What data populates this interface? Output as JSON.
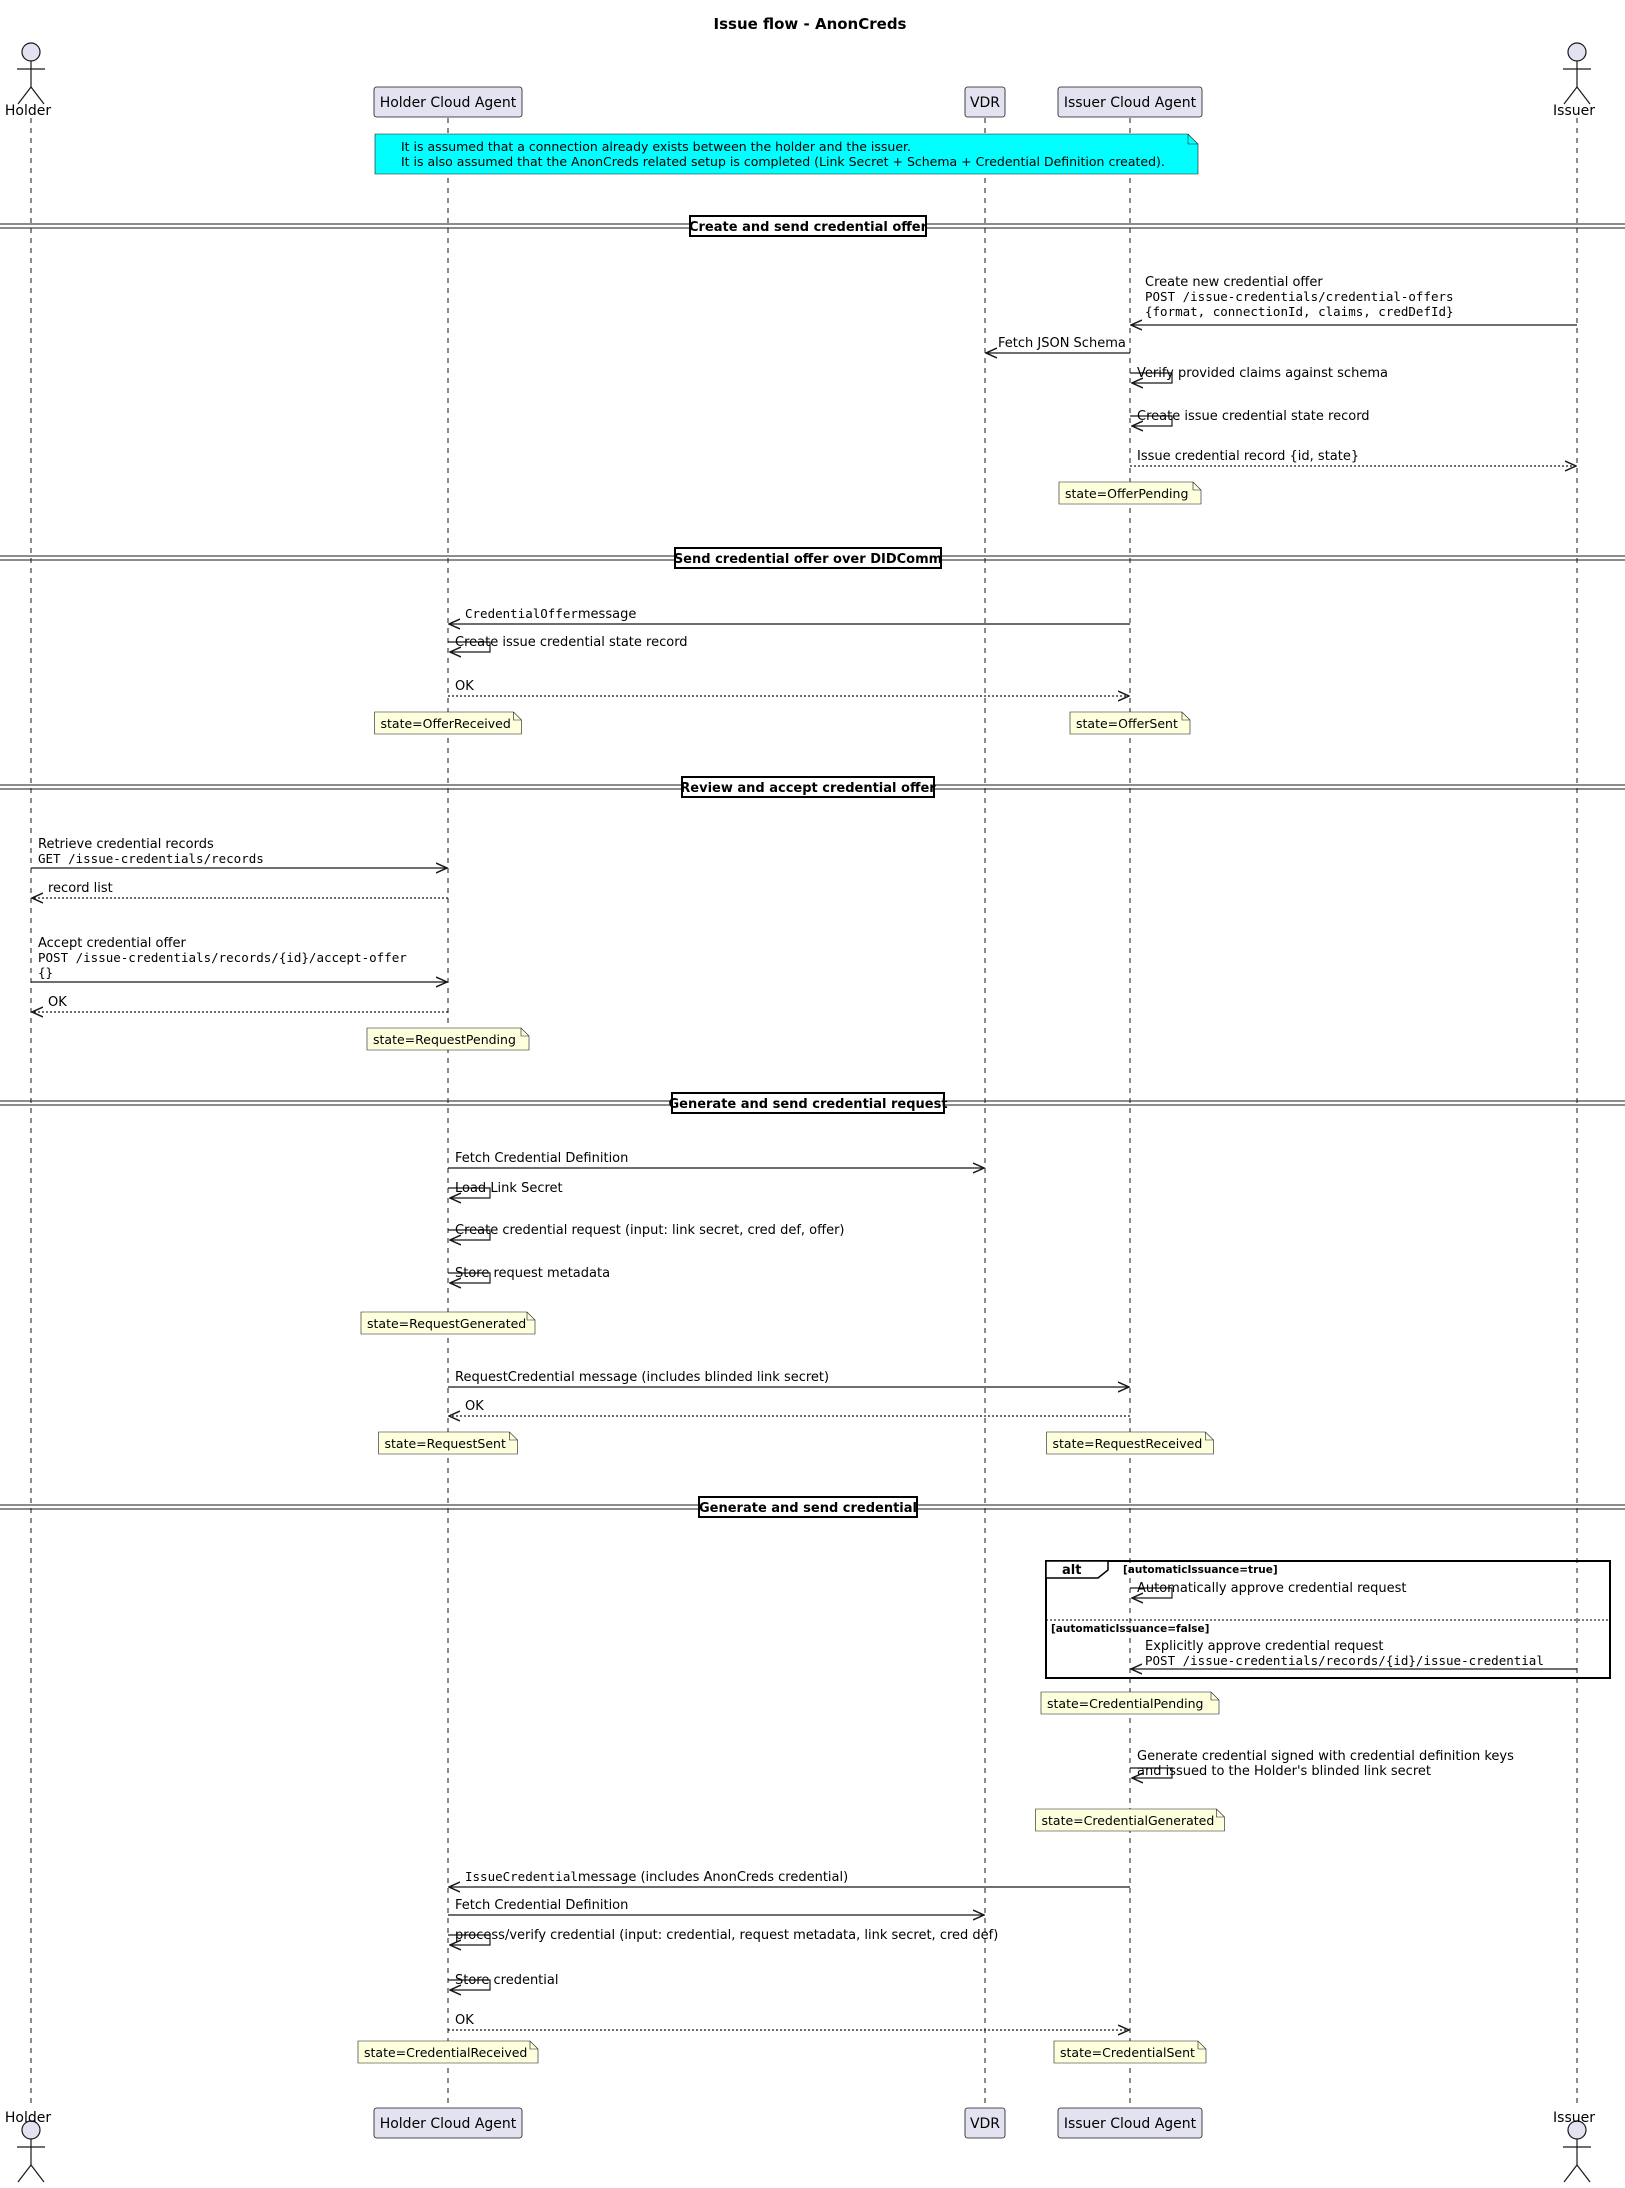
{
  "title": "Issue flow - AnonCreds",
  "colors": {
    "participant_fill": "#E2E2F0",
    "participant_stroke": "#181818",
    "note_fill": "#FEFFDD",
    "note_stroke": "#181818",
    "highlight_note_fill": "#00FFFF",
    "lifeline": "#181818",
    "background": "#FFFFFF"
  },
  "participants": [
    {
      "id": "holder",
      "name": "Holder",
      "kind": "actor",
      "icon": "actor-icon"
    },
    {
      "id": "hca",
      "name": "Holder Cloud Agent",
      "kind": "participant"
    },
    {
      "id": "vdr",
      "name": "VDR",
      "kind": "participant"
    },
    {
      "id": "ica",
      "name": "Issuer Cloud Agent",
      "kind": "participant"
    },
    {
      "id": "issuer",
      "name": "Issuer",
      "kind": "actor",
      "icon": "actor-icon"
    }
  ],
  "intro_note": {
    "lines": [
      "It is assumed that a connection already exists between the holder and the issuer.",
      "It is also assumed that the AnonCreds related setup is completed (Link Secret + Schema + Credential Definition created)."
    ]
  },
  "sections": [
    "Create and send credential offer",
    "Send credential offer over DIDComm",
    "Review and accept credential offer",
    "Generate and send credential request",
    "Generate and send credential"
  ],
  "messages": [
    {
      "from": "issuer",
      "to": "ica",
      "style": "solid",
      "lines": [
        {
          "text": "Create new credential offer"
        },
        {
          "text": "POST /issue-credentials/credential-offers",
          "mono": true
        },
        {
          "text": "{format, connectionId, claims, credDefId}",
          "mono": true
        }
      ]
    },
    {
      "from": "ica",
      "to": "vdr",
      "style": "solid",
      "lines": [
        {
          "text": "Fetch JSON Schema"
        }
      ]
    },
    {
      "from": "ica",
      "to": "ica",
      "style": "solid",
      "lines": [
        {
          "text": "Verify provided claims against schema"
        }
      ]
    },
    {
      "from": "ica",
      "to": "ica",
      "style": "solid",
      "lines": [
        {
          "text": "Create issue credential state record"
        }
      ]
    },
    {
      "from": "ica",
      "to": "issuer",
      "style": "dotted",
      "lines": [
        {
          "text": "Issue credential record {id, state}"
        }
      ]
    },
    {
      "from": "ica",
      "to": "hca",
      "style": "solid",
      "lines": [
        {
          "text": "CredentialOffer",
          "mono": true,
          "suffix": " message"
        }
      ]
    },
    {
      "from": "hca",
      "to": "hca",
      "style": "solid",
      "lines": [
        {
          "text": "Create issue credential state record"
        }
      ]
    },
    {
      "from": "hca",
      "to": "ica",
      "style": "dotted",
      "lines": [
        {
          "text": "OK"
        }
      ]
    },
    {
      "from": "holder",
      "to": "hca",
      "style": "solid",
      "lines": [
        {
          "text": "Retrieve credential records"
        },
        {
          "text": "GET /issue-credentials/records",
          "mono": true
        }
      ]
    },
    {
      "from": "hca",
      "to": "holder",
      "style": "dotted",
      "lines": [
        {
          "text": "record list"
        }
      ]
    },
    {
      "from": "holder",
      "to": "hca",
      "style": "solid",
      "lines": [
        {
          "text": "Accept credential offer"
        },
        {
          "text": "POST /issue-credentials/records/{id}/accept-offer",
          "mono": true
        },
        {
          "text": "{}",
          "mono": true
        }
      ]
    },
    {
      "from": "hca",
      "to": "holder",
      "style": "dotted",
      "lines": [
        {
          "text": "OK"
        }
      ]
    },
    {
      "from": "hca",
      "to": "vdr",
      "style": "solid",
      "lines": [
        {
          "text": "Fetch Credential Definition"
        }
      ]
    },
    {
      "from": "hca",
      "to": "hca",
      "style": "solid",
      "lines": [
        {
          "text": "Load Link Secret"
        }
      ]
    },
    {
      "from": "hca",
      "to": "hca",
      "style": "solid",
      "lines": [
        {
          "text": "Create credential request (input: link secret, cred def, offer)"
        }
      ]
    },
    {
      "from": "hca",
      "to": "hca",
      "style": "solid",
      "lines": [
        {
          "text": "Store request metadata"
        }
      ]
    },
    {
      "from": "hca",
      "to": "ica",
      "style": "solid",
      "lines": [
        {
          "text": "RequestCredential message (includes blinded link secret)"
        }
      ]
    },
    {
      "from": "ica",
      "to": "hca",
      "style": "dotted",
      "lines": [
        {
          "text": "OK"
        }
      ]
    },
    {
      "from": "ica",
      "to": "ica",
      "style": "solid",
      "lines": [
        {
          "text": "Automatically approve credential request"
        }
      ]
    },
    {
      "from": "issuer",
      "to": "ica",
      "style": "solid",
      "lines": [
        {
          "text": "Explicitly approve credential request"
        },
        {
          "text": "POST /issue-credentials/records/{id}/issue-credential",
          "mono": true
        }
      ]
    },
    {
      "from": "ica",
      "to": "ica",
      "style": "solid",
      "lines": [
        {
          "text": "Generate credential signed with credential definition keys"
        },
        {
          "text": "and issued to the Holder's blinded link secret"
        }
      ]
    },
    {
      "from": "ica",
      "to": "hca",
      "style": "solid",
      "lines": [
        {
          "text": "IssueCredential",
          "mono": true,
          "suffix": " message (includes AnonCreds credential)"
        }
      ]
    },
    {
      "from": "hca",
      "to": "vdr",
      "style": "solid",
      "lines": [
        {
          "text": "Fetch Credential Definition"
        }
      ]
    },
    {
      "from": "hca",
      "to": "hca",
      "style": "solid",
      "lines": [
        {
          "text": "process/verify credential (input: credential, request metadata, link secret, cred def)"
        }
      ]
    },
    {
      "from": "hca",
      "to": "hca",
      "style": "solid",
      "lines": [
        {
          "text": "Store credential"
        }
      ]
    },
    {
      "from": "hca",
      "to": "ica",
      "style": "dotted",
      "lines": [
        {
          "text": "OK"
        }
      ]
    }
  ],
  "state_notes": [
    {
      "over": "ica",
      "text": "state=OfferPending"
    },
    {
      "over": "hca",
      "text": "state=OfferReceived"
    },
    {
      "over": "ica",
      "text": "state=OfferSent"
    },
    {
      "over": "hca",
      "text": "state=RequestPending"
    },
    {
      "over": "hca",
      "text": "state=RequestGenerated"
    },
    {
      "over": "hca",
      "text": "state=RequestSent"
    },
    {
      "over": "ica",
      "text": "state=RequestReceived"
    },
    {
      "over": "ica",
      "text": "state=CredentialPending"
    },
    {
      "over": "ica",
      "text": "state=CredentialGenerated"
    },
    {
      "over": "hca",
      "text": "state=CredentialReceived"
    },
    {
      "over": "ica",
      "text": "state=CredentialSent"
    }
  ],
  "alt_fragment": {
    "label": "alt",
    "guards": [
      "[automaticIssuance=true]",
      "[automaticIssuance=false]"
    ]
  }
}
